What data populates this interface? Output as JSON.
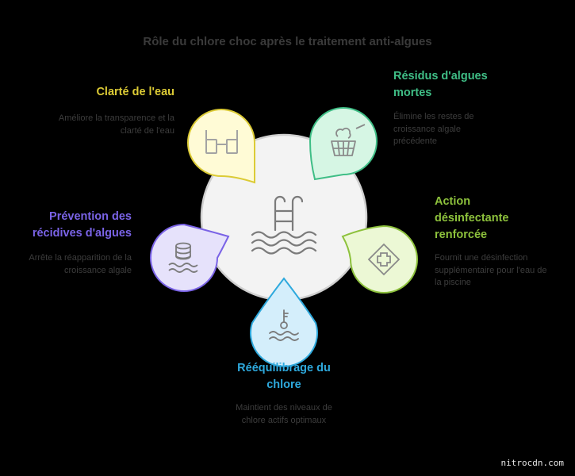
{
  "title": "Rôle du chlore choc après le traitement anti-algues",
  "center": {
    "icon": "pool-ladder-icon"
  },
  "items": [
    {
      "heading": "Clarté de l'eau",
      "description": "Améliore la transparence et la clarté de l'eau",
      "icon": "glasses-icon",
      "color": "#dccb35",
      "fill": "#fffbd6"
    },
    {
      "heading": "Résidus d'algues mortes",
      "description": "Élimine les restes de croissance algale précédente",
      "icon": "basket-icon",
      "color": "#3fbe86",
      "fill": "#d6f6e4"
    },
    {
      "heading": "Action désinfectante renforcée",
      "description": "Fournit une désinfection supplémentaire pour l'eau de la piscine",
      "icon": "first-aid-icon",
      "color": "#8dc13c",
      "fill": "#ecf8d5"
    },
    {
      "heading": "Rééquilibrage du chlore",
      "description": "Maintient des niveaux de chlore actifs optimaux",
      "icon": "thermometer-water-icon",
      "color": "#2ea9dd",
      "fill": "#d4eefb"
    },
    {
      "heading": "Prévention des récidives d'algues",
      "description": "Arrête la réapparition de la croissance algale",
      "icon": "stack-water-icon",
      "color": "#7a63e6",
      "fill": "#e6e2fb"
    }
  ],
  "watermark": "nitrocdn.com"
}
